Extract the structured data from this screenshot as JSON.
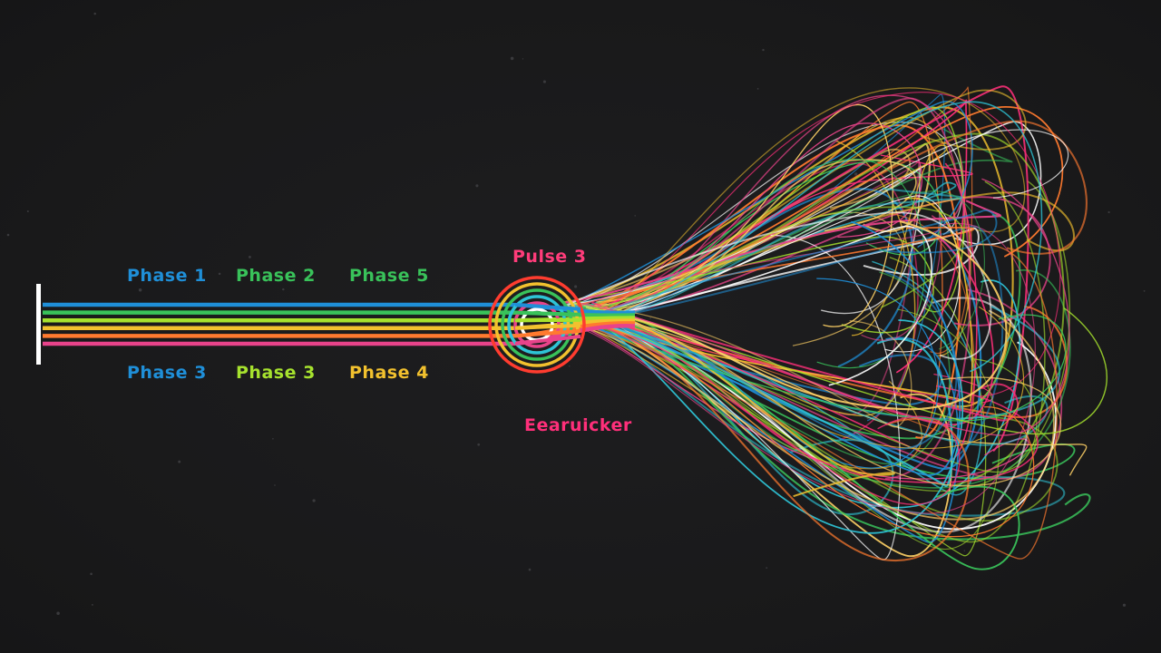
{
  "colors": {
    "background": "#1a1a1b",
    "start_bar": "#ffffff",
    "blue": "#1f8fd8",
    "green": "#39c25a",
    "lime": "#a6e22e",
    "orange": "#ff7a2f",
    "yellow": "#f2c12e",
    "magenta": "#ff2f7a",
    "pink": "#e8438a",
    "cyan": "#2ec4d6",
    "white": "#e8e8e8"
  },
  "labels": {
    "top": [
      {
        "text": "Phase 1",
        "color": "#1f8fd8"
      },
      {
        "text": "Phase 2",
        "color": "#39c25a"
      },
      {
        "text": "Phase 5",
        "color": "#39c25a"
      }
    ],
    "bottom": [
      {
        "text": "Phase 3",
        "color": "#1f8fd8"
      },
      {
        "text": "Phase 3",
        "color": "#a6e22e"
      },
      {
        "text": "Phase 4",
        "color": "#f2c12e"
      }
    ],
    "node_label": {
      "text": "Pulse 3",
      "color": "#ff3c7a"
    },
    "caption": {
      "text": "Eearuicker",
      "color": "#ff2f7a"
    }
  },
  "streams": [
    {
      "name": "blue",
      "color": "#1f8fd8"
    },
    {
      "name": "green",
      "color": "#39c25a"
    },
    {
      "name": "lime",
      "color": "#a6e22e"
    },
    {
      "name": "yellow",
      "color": "#f2c12e"
    },
    {
      "name": "orange",
      "color": "#ff7a2f"
    },
    {
      "name": "magenta",
      "color": "#e8438a"
    }
  ],
  "node_rings": [
    "#ff3c2f",
    "#f2c12e",
    "#39c25a",
    "#2ec4d6",
    "#e8438a",
    "#ffffff"
  ],
  "fan_colors": [
    "#ffffff",
    "#ff2f7a",
    "#f2c12e",
    "#39c25a",
    "#2ec4d6",
    "#ff7a2f",
    "#a6e22e",
    "#e8438a",
    "#1f8fd8",
    "#ffd166"
  ]
}
